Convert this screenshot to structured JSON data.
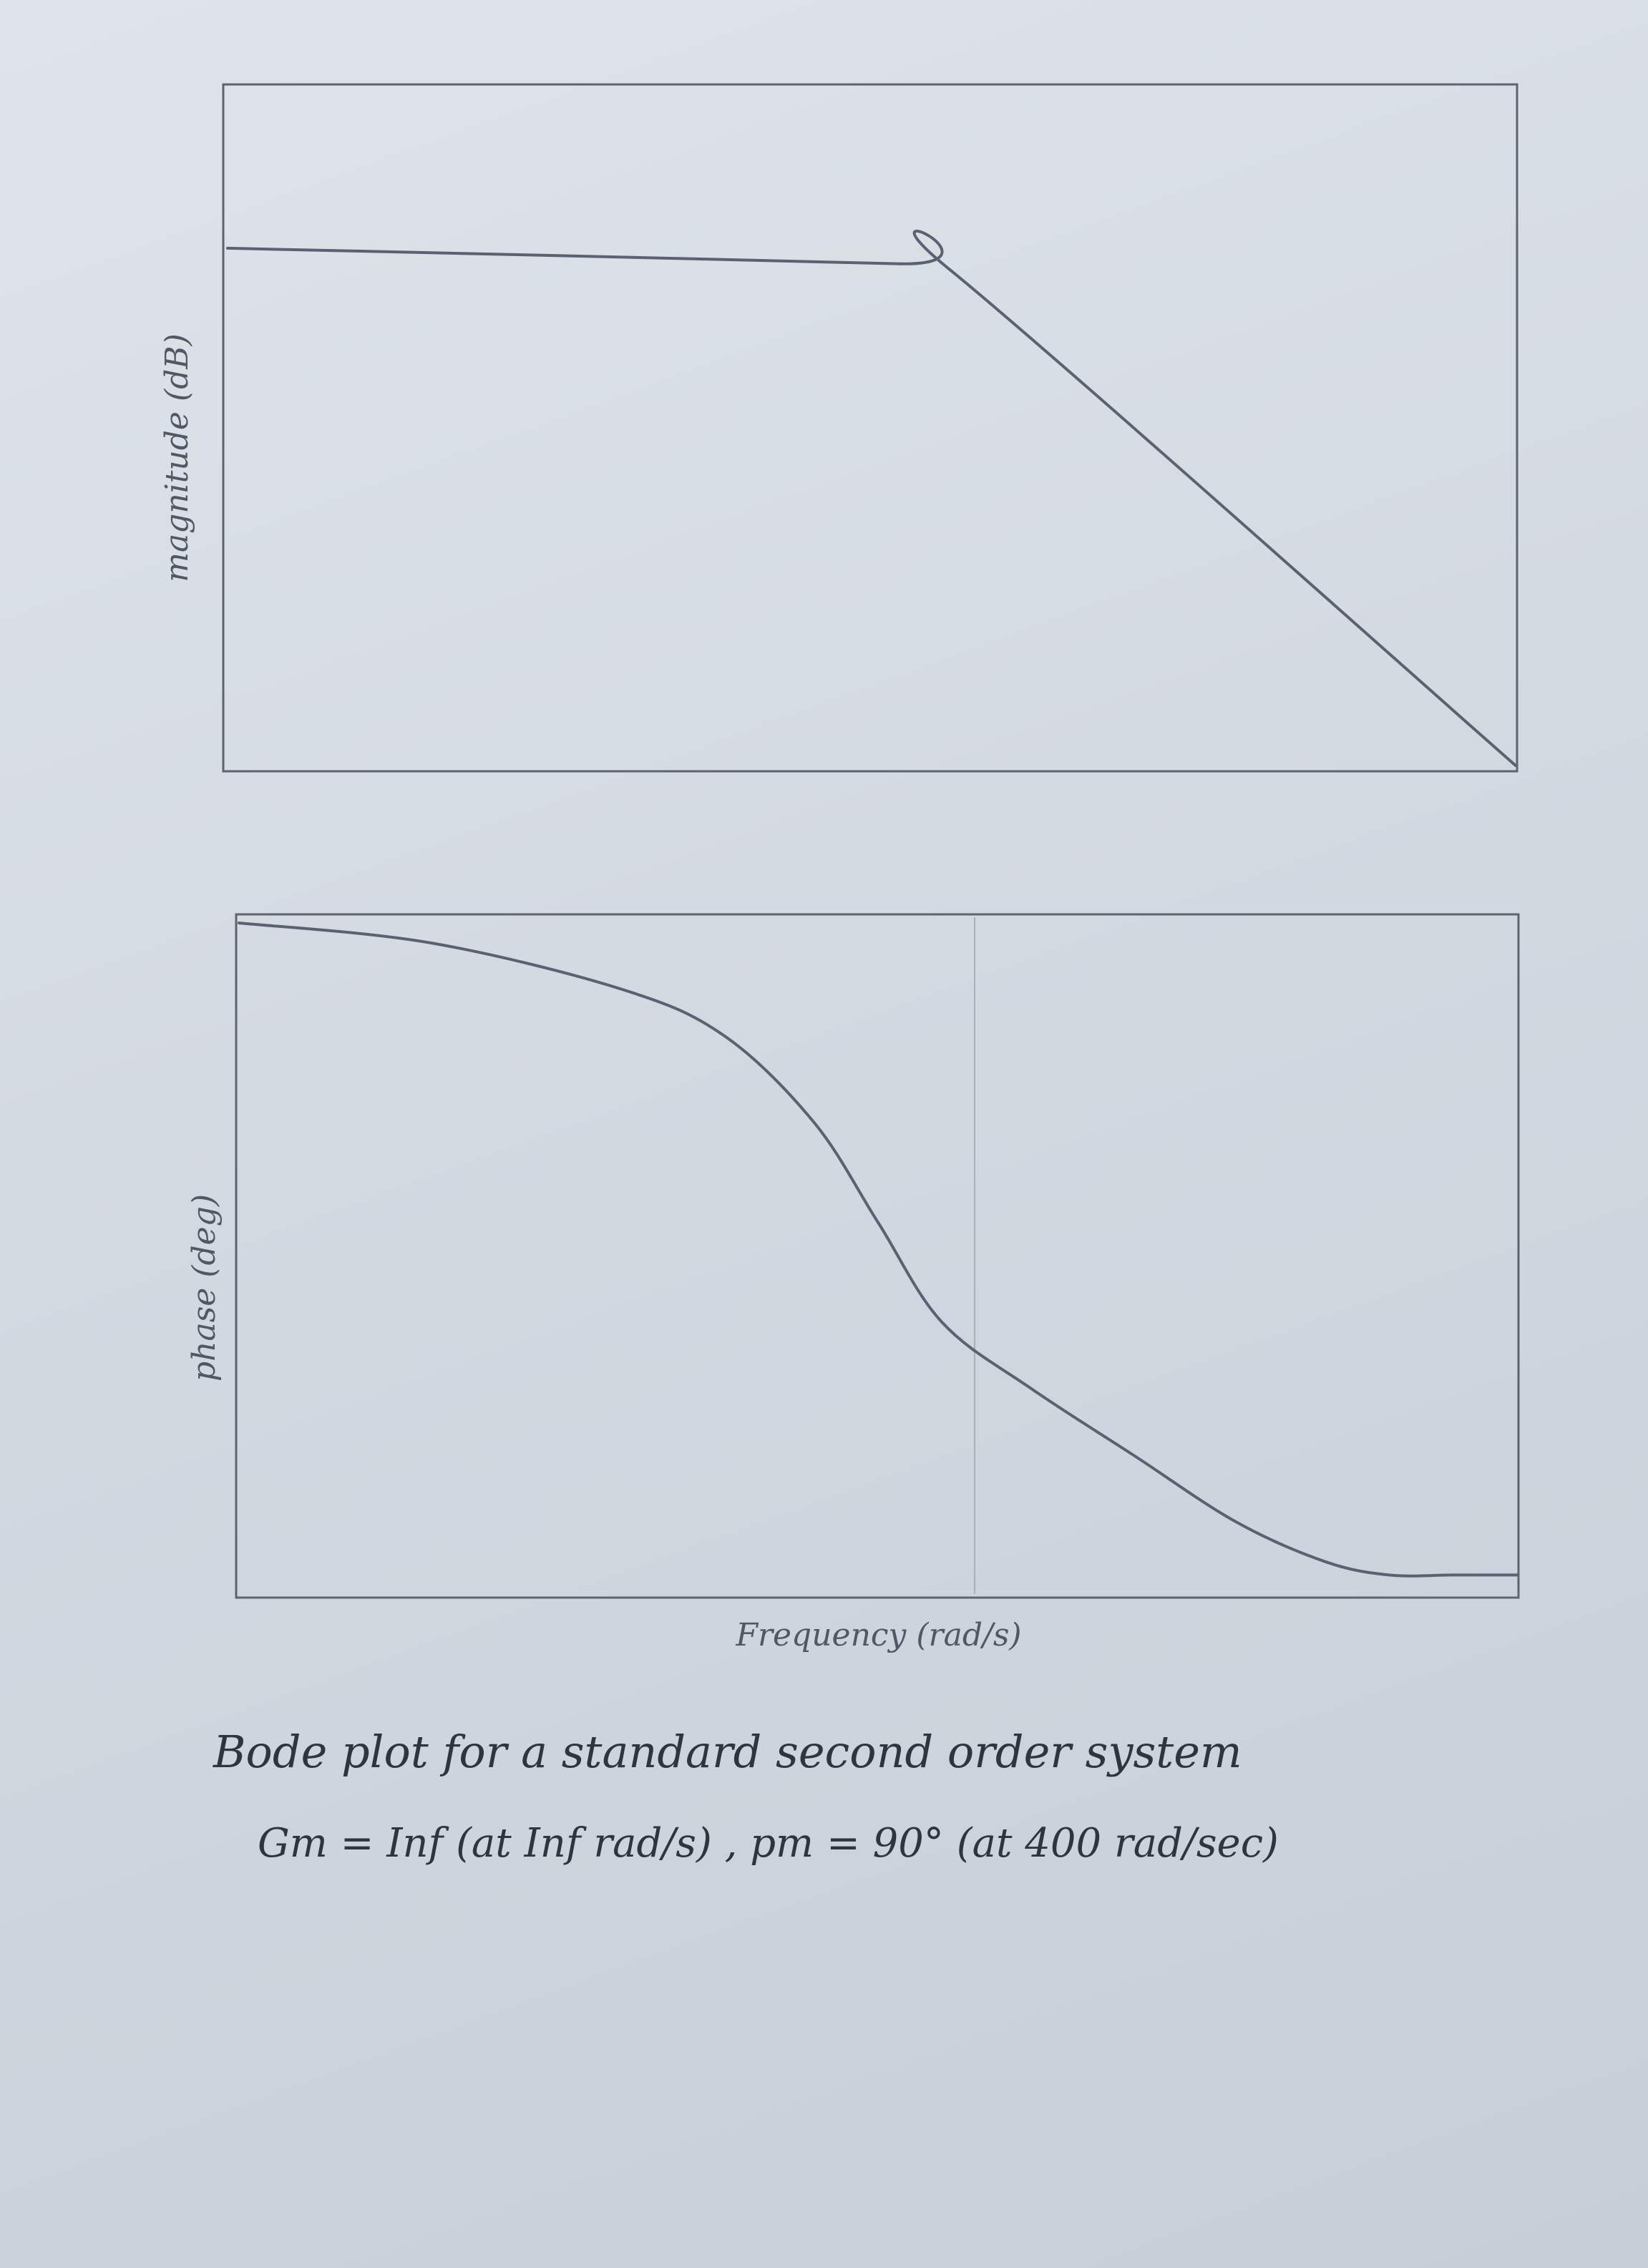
{
  "chart_data": [
    {
      "type": "line",
      "ylabel": "magnitude (dB)",
      "xlabel": "",
      "series": [
        {
          "x": [
            0.0,
            0.52,
            0.56,
            1.0
          ],
          "values": [
            1.0,
            0.97,
            0.96,
            0.0
          ]
        }
      ],
      "xlim": [
        0,
        1
      ],
      "ylim": [
        0,
        1.3
      ]
    },
    {
      "type": "line",
      "ylabel": "phase (deg)",
      "xlabel": "Frequency (rad/s)",
      "series": [
        {
          "x": [
            0.0,
            0.15,
            0.3,
            0.38,
            0.45,
            0.5,
            0.55,
            0.62,
            0.7,
            0.78,
            0.85,
            0.9,
            0.95,
            1.0
          ],
          "values": [
            1.0,
            0.97,
            0.9,
            0.83,
            0.7,
            0.55,
            0.4,
            0.3,
            0.2,
            0.1,
            0.04,
            0.02,
            0.02,
            0.02
          ]
        }
      ],
      "xlim": [
        0,
        1
      ],
      "ylim": [
        0,
        1
      ]
    }
  ],
  "caption": {
    "line1": "Bode plot for a standard second order system",
    "line2": "Gm = Inf (at Inf rad/s) , pm = 90° (at 400 rad/sec)"
  }
}
